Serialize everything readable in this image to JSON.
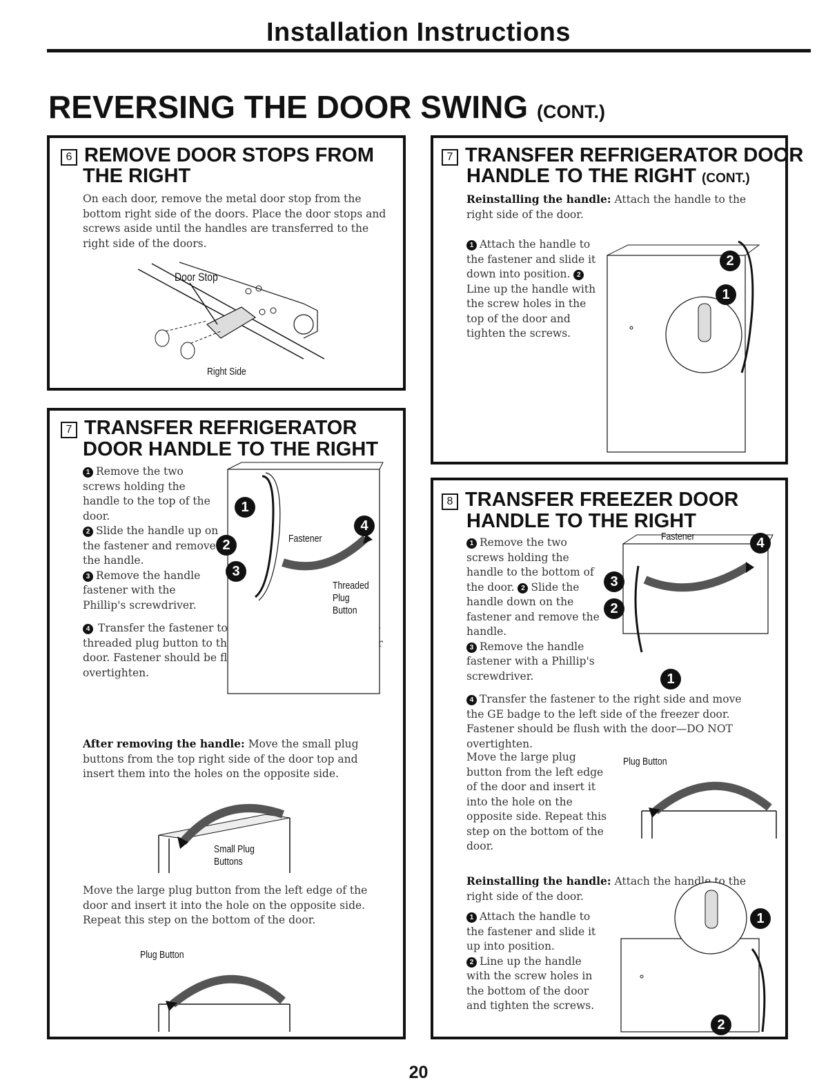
{
  "header": {
    "title": "Installation Instructions"
  },
  "main_title": {
    "text": "REVERSING THE DOOR SWING",
    "suffix": "(CONT.)"
  },
  "step6": {
    "number": "6",
    "title_line1": "REMOVE DOOR STOPS FROM",
    "title_line2": "THE RIGHT",
    "body": "On each door, remove the metal door stop from the bottom right side of the doors. Place the door stops and screws aside until the handles are transferred to the right side of the doors.",
    "label_door_stop": "Door Stop",
    "label_right_side": "Right Side"
  },
  "step7": {
    "number": "7",
    "title_line1": "TRANSFER REFRIGERATOR",
    "title_line2": "DOOR HANDLE TO THE RIGHT",
    "s1": "Remove the two screws holding the handle to the top of the door.",
    "s2": "Slide the handle up on the fastener and remove the handle.",
    "s3": "Remove the handle fastener with the Phillip's screwdriver.",
    "s4": "Transfer the fastener to the right side and move the threaded plug button to the left side of the refrigerator door. Fastener should be flush with the door—DO NOT overtighten.",
    "after_lead": "After removing the handle:",
    "after_text": "Move the small plug buttons from the top right side of the door top and insert them into the holes on the opposite side.",
    "large_plug": "Move the large plug button from the left edge of the door and insert it into the hole on the opposite side. Repeat this step on the bottom of the door.",
    "label_fastener": "Fastener",
    "label_threaded": "Threaded",
    "label_plug": "Plug",
    "label_button": "Button",
    "label_small_plug": "Small Plug",
    "label_buttons": "Buttons",
    "label_plug_button": "Plug Button"
  },
  "step7cont": {
    "number": "7",
    "title_line1": "TRANSFER REFRIGERATOR DOOR",
    "title_line2": "HANDLE TO THE RIGHT",
    "suffix": "(CONT.)",
    "lead": "Reinstalling the handle:",
    "lead_text": "Attach the handle to the right side of the door.",
    "s1": "Attach the handle to the fastener and slide it down into position.",
    "s2": "Line up the handle with the screw holes in the top of the door and tighten the screws."
  },
  "step8": {
    "number": "8",
    "title_line1": "TRANSFER FREEZER DOOR",
    "title_line2": "HANDLE TO THE RIGHT",
    "s1": "Remove the two screws holding the handle to the bottom of the door.",
    "s2": "Slide the handle down on the fastener and remove the handle.",
    "s3": "Remove the handle fastener with a Phillip's screwdriver.",
    "s4": "Transfer the fastener to the right side and move the GE badge to the left side of the freezer door. Fastener should be flush with the door—DO NOT overtighten.",
    "large_plug": "Move the large plug button from the left edge of the door and insert it into the hole on the opposite side. Repeat this step on the bottom of the door.",
    "reinstall_lead": "Reinstalling the handle:",
    "reinstall_text": "Attach the handle to the right side of the door.",
    "r1": "Attach the handle to the fastener and slide it up into position.",
    "r2": "Line up the handle with the screw holes in the bottom of the door and tighten the screws.",
    "label_fastener": "Fastener",
    "label_plug_button": "Plug Button"
  },
  "badges": {
    "one": "1",
    "two": "2",
    "three": "3",
    "four": "4"
  },
  "page_number": "20"
}
